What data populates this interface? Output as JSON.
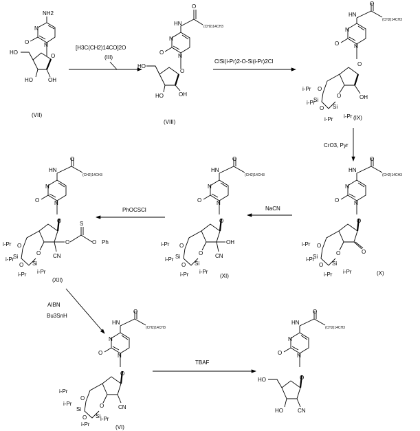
{
  "compounds": {
    "VII": {
      "label": "(VII)",
      "atoms": {
        "nh2": "NH2",
        "ho5": "HO",
        "ho3": "HO",
        "oh2": "OH"
      }
    },
    "VIII": {
      "label": "(VIII)",
      "atoms": {
        "ho5": "HO",
        "ho3": "HO",
        "oh2": "OH"
      }
    },
    "IX": {
      "label": "(IX)",
      "atoms": {
        "oh2": "OH"
      }
    },
    "X": {
      "label": "(X)",
      "atoms": {
        "ketone_o": "O"
      }
    },
    "XI": {
      "label": "(XI)",
      "atoms": {
        "oh": "OH",
        "cn": "CN"
      }
    },
    "XII": {
      "label": "(XII)",
      "atoms": {
        "s": "S",
        "ph": "Ph",
        "cn": "CN"
      }
    },
    "VI": {
      "label": "(VI)",
      "atoms": {
        "cn": "CN"
      }
    },
    "final": {
      "label": "",
      "atoms": {
        "ho5": "HO",
        "ho3": "HO",
        "cn": "CN"
      }
    }
  },
  "common_atoms": {
    "N": "N",
    "NH": "NH",
    "HN": "HN",
    "O": "O",
    "Si": "Si",
    "iPr": "i-Pr",
    "acyl_chain": "(CH2)14CH3"
  },
  "reagents": {
    "step1_reagent": "[H3C(CH2)14CO]2O",
    "step1_label": "(III)",
    "step2": "ClSi(i-Pr)2-O-Si(i-Pr)2Cl",
    "step3": "CrO3, Pyr",
    "step4": "NaCN",
    "step5": "PhOCSCl",
    "step6_line1": "AIBN",
    "step6_line2": "Bu3SnH",
    "step7": "TBAF"
  }
}
